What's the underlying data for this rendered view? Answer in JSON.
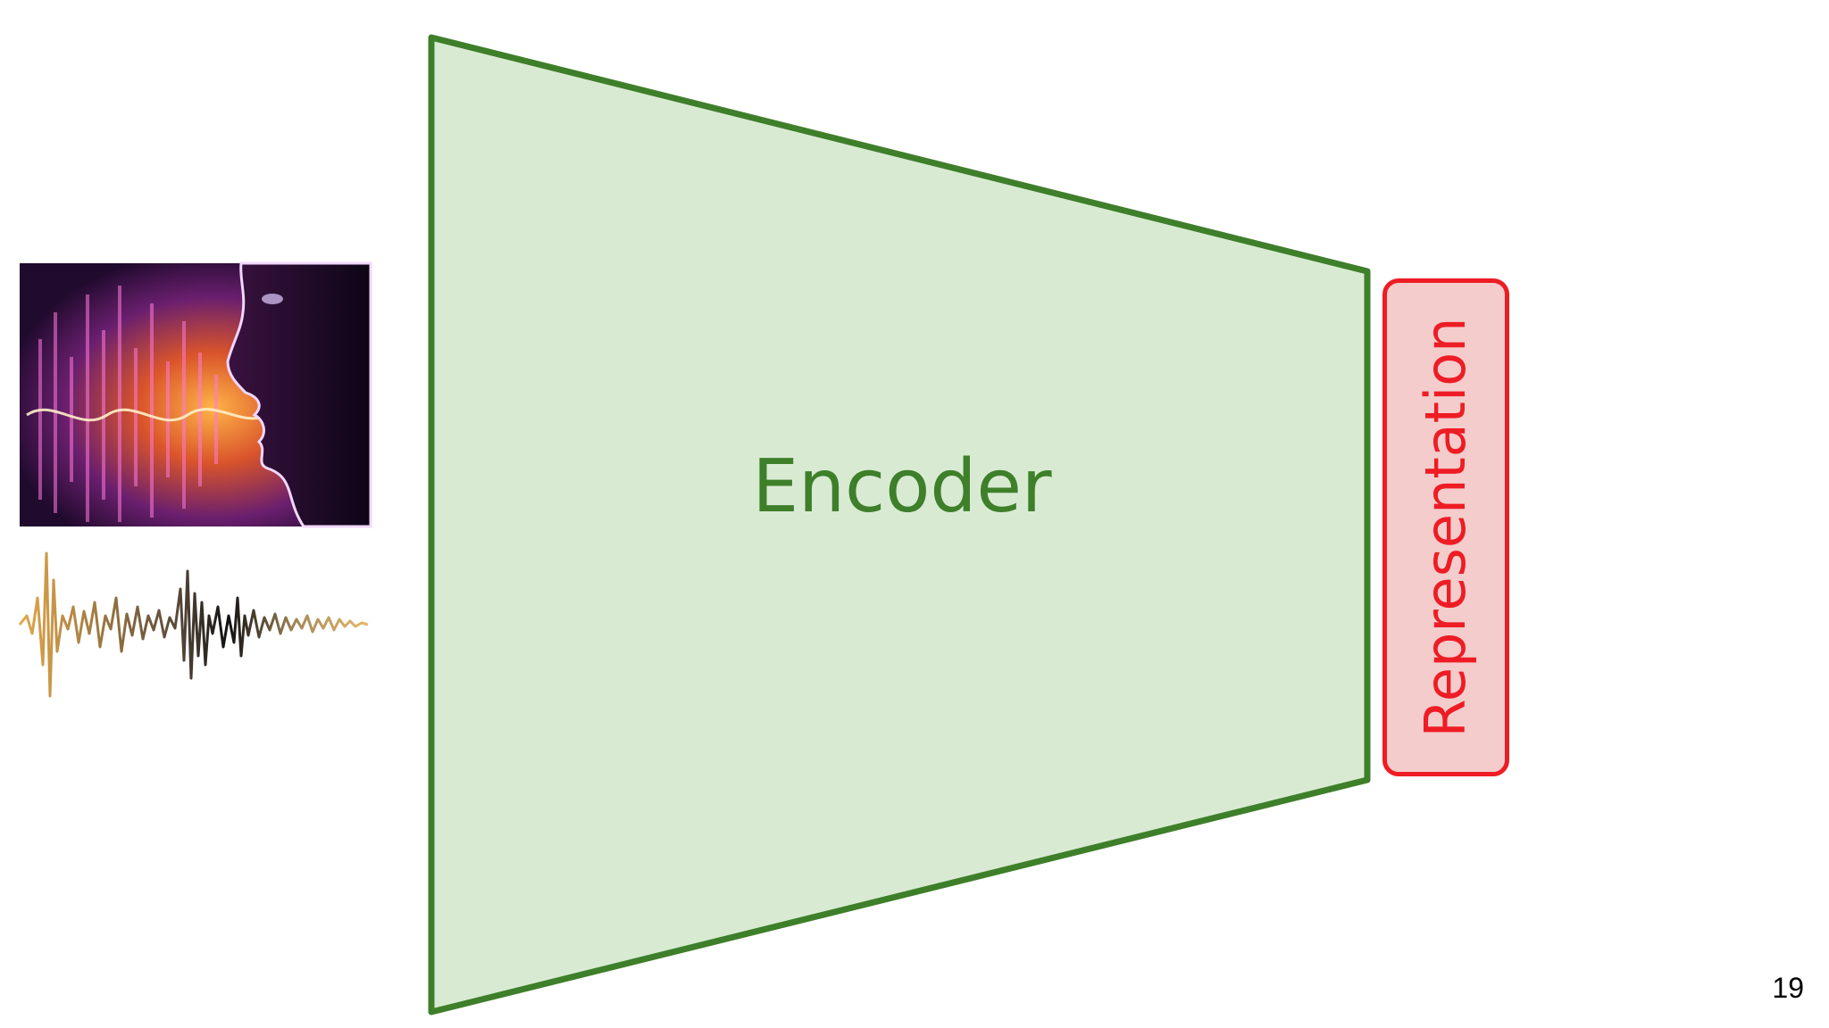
{
  "slide": {
    "encoder_label": "Encoder",
    "representation_label": "Representation",
    "page_number": "19"
  },
  "colors": {
    "encoder_fill": "#d9ead3",
    "encoder_stroke": "#3e7f2a",
    "representation_fill": "#f4cccc",
    "representation_stroke": "#ee1c24"
  },
  "icons": {
    "speech_image": "speaking-face-with-sound-wave-image",
    "waveform": "audio-waveform-icon"
  }
}
